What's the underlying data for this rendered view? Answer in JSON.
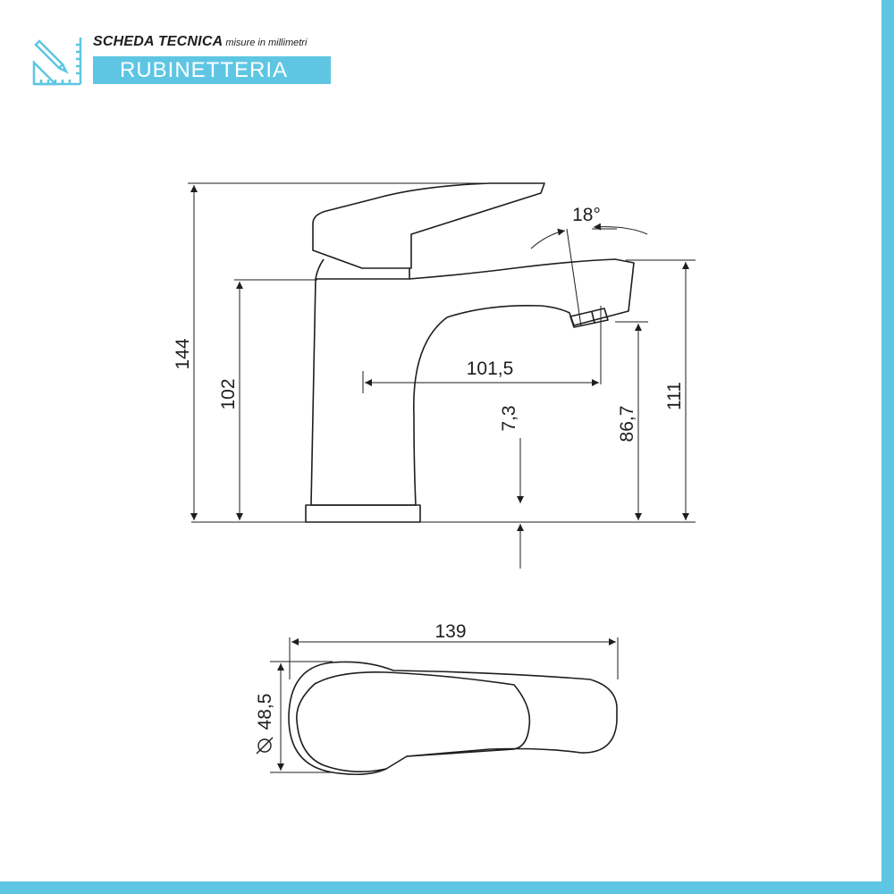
{
  "header": {
    "title": "SCHEDA TECNICA",
    "subtitle": "misure in millimetri",
    "category": "RUBINETTERIA",
    "icon": "ruler-pencil-icon",
    "accent_color": "#5ec6e3"
  },
  "dimensions": {
    "total_height": "144",
    "body_height": "102",
    "spout_reach": "101,5",
    "base_thickness": "7,3",
    "spout_height": "86,7",
    "spout_top_height": "111",
    "spout_angle": "18°",
    "total_length": "139",
    "base_diameter": "48,5"
  }
}
